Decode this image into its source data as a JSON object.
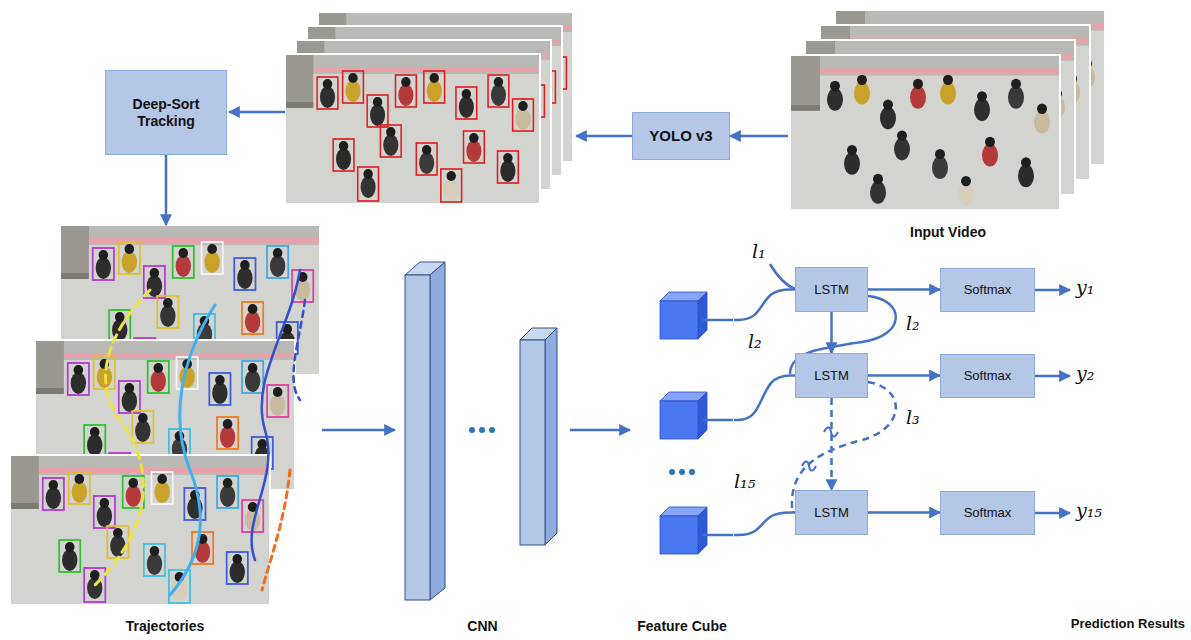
{
  "diagram": {
    "nodes": [
      {
        "text": [
          "Input Video"
        ]
      },
      {
        "text": [
          "YOLO v3"
        ]
      },
      {
        "text": [
          "Deep-Sort Tracking"
        ]
      },
      {
        "text": [
          "Trajectories"
        ]
      },
      {
        "text": [
          "CNN"
        ]
      },
      {
        "text": [
          "Feature Cube"
        ]
      },
      {
        "text": [
          "LSTM"
        ]
      },
      {
        "text": [
          "Softmax"
        ]
      },
      {
        "text": [
          "LSTM"
        ]
      },
      {
        "text": [
          "Softmax"
        ]
      },
      {
        "text": [
          "LSTM"
        ]
      },
      {
        "text": [
          "Softmax"
        ]
      }
    ],
    "edges": [
      {
        "from": 0,
        "to": 1,
        "arrow": "to"
      },
      {
        "from": 2,
        "to": 3,
        "arrow": "to"
      },
      {
        "from": 3,
        "to": 4,
        "arrow": "to"
      },
      {
        "from": 4,
        "to": 5,
        "arrow": "to"
      },
      {
        "from": 5,
        "to": 6,
        "arrow": "none"
      },
      {
        "from": 5,
        "to": 8,
        "arrow": "none"
      },
      {
        "from": 5,
        "to": 10,
        "arrow": "none"
      },
      {
        "from": 6,
        "to": 7,
        "arrow": "to"
      },
      {
        "from": 8,
        "to": 9,
        "arrow": "to"
      },
      {
        "from": 10,
        "to": 11,
        "arrow": "to"
      },
      {
        "from": 6,
        "to": 8,
        "arrow": "to"
      },
      {
        "from": 8,
        "to": 10,
        "arrow": "to"
      }
    ],
    "labels": [
      "l₁",
      "l₂",
      "l₂",
      "l₃",
      "l₁₅",
      "y₁",
      "y₂",
      "y₁₅",
      "Prediction Results"
    ]
  }
}
